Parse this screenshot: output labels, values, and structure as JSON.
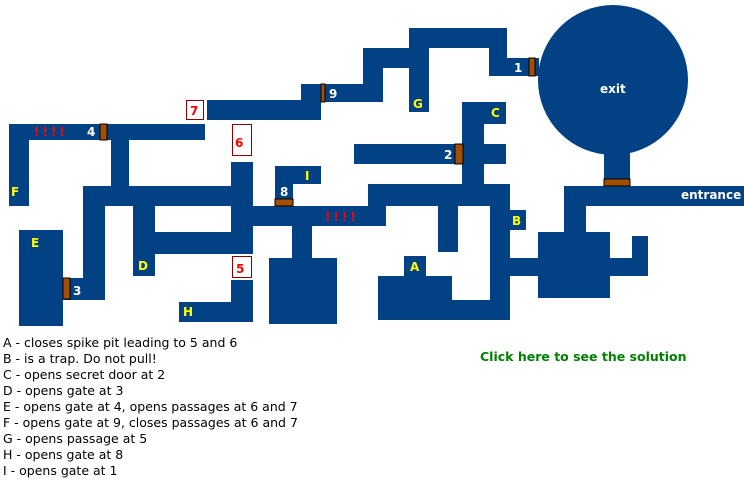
{
  "map": {
    "exit_label": "exit",
    "entrance_label": "entrance",
    "gates": [
      "1",
      "2",
      "3",
      "4",
      "8",
      "9"
    ],
    "levers": [
      "A",
      "B",
      "C",
      "D",
      "E",
      "F",
      "G",
      "H",
      "I"
    ],
    "passages": [
      "5",
      "6",
      "7"
    ],
    "spikes": "!!!!",
    "colors": {
      "floor": "#024183",
      "gate": "#a24f00",
      "lever": "#ffff00",
      "passage": "#ff0000"
    }
  },
  "legend": [
    "A - closes spike pit leading to 5 and 6",
    "B - is a trap. Do not pull!",
    "C - opens secret door at 2",
    "D - opens gate at 3",
    "E - opens gate at 4, opens passages at 6 and 7",
    "F - opens gate at 9, closes passages at 6 and 7",
    "G - opens passage at 5",
    "H - opens gate at 8",
    "I - opens gate at 1"
  ],
  "solution_link": "Click here to see the solution"
}
